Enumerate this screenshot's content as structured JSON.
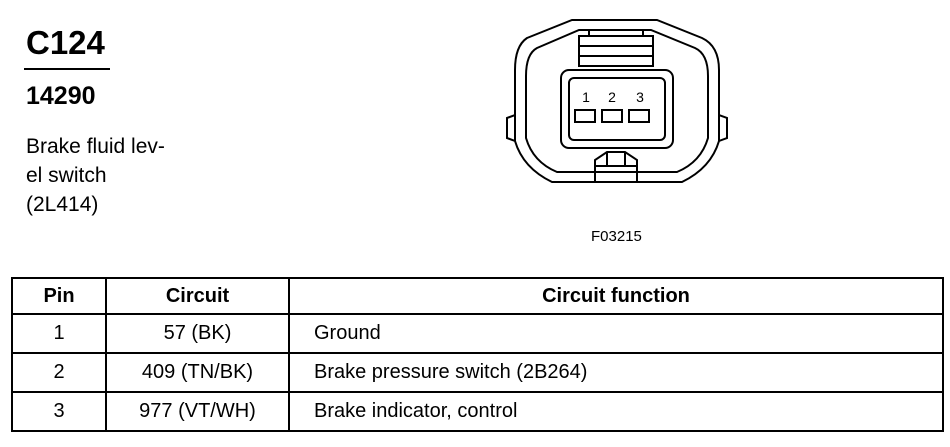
{
  "connector": {
    "id": "C124",
    "part_number": "14290",
    "description_lines": [
      "Brake fluid lev-",
      "el switch",
      "(2L414)"
    ],
    "figure_code": "F03215",
    "pin_labels": [
      "1",
      "2",
      "3"
    ]
  },
  "table": {
    "headers": {
      "pin": "Pin",
      "circuit": "Circuit",
      "function": "Circuit function"
    },
    "rows": [
      {
        "pin": "1",
        "circuit": "57 (BK)",
        "function": "Ground"
      },
      {
        "pin": "2",
        "circuit": "409 (TN/BK)",
        "function": "Brake pressure switch (2B264)"
      },
      {
        "pin": "3",
        "circuit": "977 (VT/WH)",
        "function": "Brake indicator, control"
      }
    ]
  }
}
